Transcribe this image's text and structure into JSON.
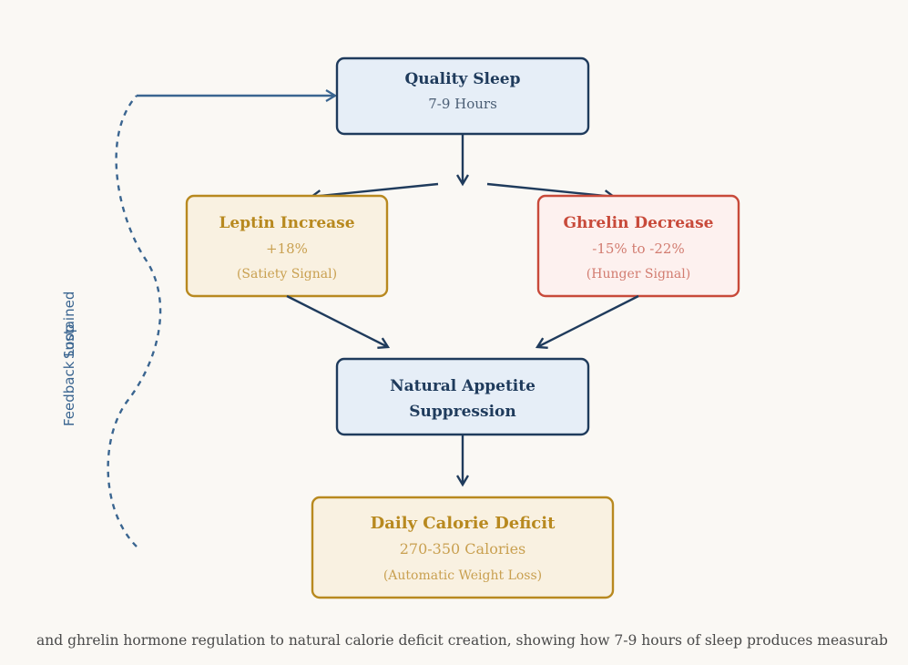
{
  "colors": {
    "background": "#faf8f4",
    "navy": "#1f3b5c",
    "blue_fill": "#e6eef7",
    "gold": "#b8891f",
    "gold_fill": "#f9f1e1",
    "red": "#c84a3a",
    "red_fill": "#fdf1ef",
    "feedback_blue": "#3a6590"
  },
  "nodes": {
    "quality_sleep": {
      "title": "Quality Sleep",
      "subtitle": "7-9 Hours"
    },
    "leptin": {
      "title": "Leptin Increase",
      "value": "+18%",
      "note": "(Satiety Signal)"
    },
    "ghrelin": {
      "title": "Ghrelin Decrease",
      "value": "-15% to -22%",
      "note": "(Hunger Signal)"
    },
    "appetite": {
      "title_line1": "Natural Appetite",
      "title_line2": "Suppression"
    },
    "deficit": {
      "title": "Daily Calorie Deficit",
      "value": "270-350 Calories",
      "note": "(Automatic Weight Loss)"
    }
  },
  "feedback": {
    "label1": "Feedback Loop",
    "label2": "Sustained"
  },
  "caption": "and ghrelin hormone regulation to natural calorie deficit creation, showing how 7-9 hours of sleep produces measurab"
}
